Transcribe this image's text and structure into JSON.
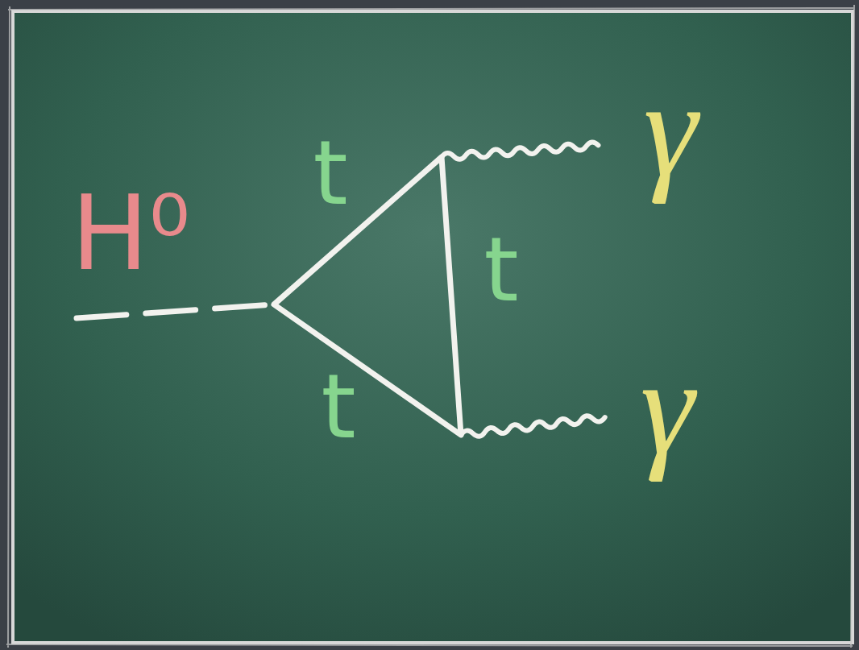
{
  "diagram": {
    "labels": [
      "H⁰",
      "t",
      "t",
      "t",
      "γ",
      "γ"
    ]
  }
}
